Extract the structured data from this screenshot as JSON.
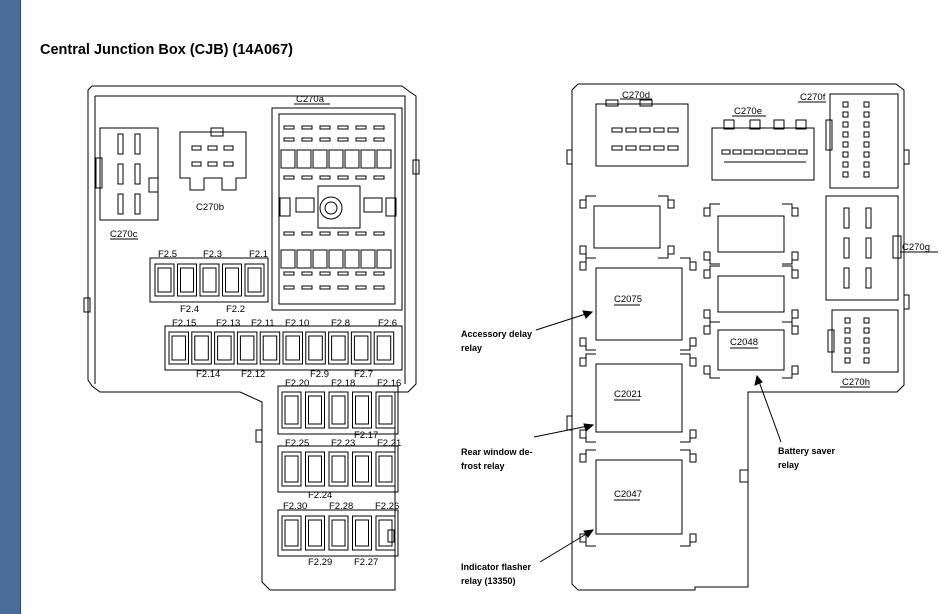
{
  "title": "Central Junction Box (CJB) (14A067)",
  "connectors": {
    "c270a": "C270a",
    "c270b": "C270b",
    "c270c": "C270c",
    "c270d": "C270d",
    "c270e": "C270e",
    "c270f": "C270f",
    "c270g": "C270g",
    "c270h": "C270h"
  },
  "fuses": {
    "f2_1": "F2.1",
    "f2_2": "F2.2",
    "f2_3": "F2.3",
    "f2_4": "F2.4",
    "f2_5": "F2.5",
    "f2_6": "F2.6",
    "f2_7": "F2.7",
    "f2_8": "F2.8",
    "f2_9": "F2.9",
    "f2_10": "F2.10",
    "f2_11": "F2.11",
    "f2_12": "F2.12",
    "f2_13": "F2.13",
    "f2_14": "F2.14",
    "f2_15": "F2.15",
    "f2_16": "F2.16",
    "f2_17": "F2.17",
    "f2_18": "F2.18",
    "f2_20": "F2.20",
    "f2_21": "F2.21",
    "f2_23": "F2.23",
    "f2_24": "F2.24",
    "f2_25": "F2.25",
    "f2_26": "F2.26",
    "f2_27": "F2.27",
    "f2_28": "F2.28",
    "f2_29": "F2.29",
    "f2_30": "F2.30"
  },
  "relays": {
    "c2075": "C2075",
    "c2021": "C2021",
    "c2047": "C2047",
    "c2048": "C2048"
  },
  "callouts": {
    "accessory_1": "Accessory delay",
    "accessory_2": "relay",
    "rear_window_1": "Rear window de-",
    "rear_window_2": "frost relay",
    "battery_saver_1": "Battery saver",
    "battery_saver_2": "relay",
    "indicator_1": "Indicator flasher",
    "indicator_2": "relay (13350)"
  }
}
